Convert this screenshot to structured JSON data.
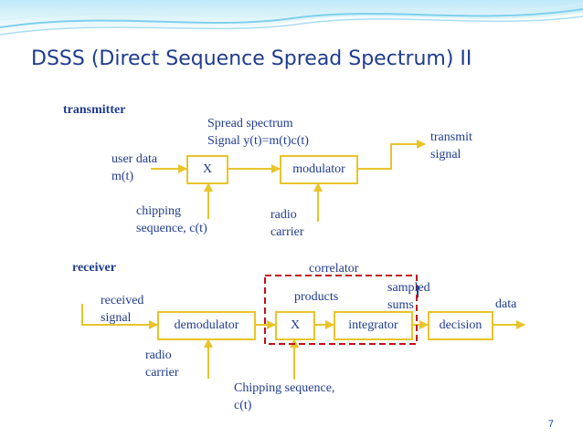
{
  "slide": {
    "title": "DSSS (Direct Sequence Spread Spectrum) II",
    "page_number": "7"
  },
  "transmitter": {
    "section_label": "transmitter",
    "spread_label_line1": "Spread spectrum",
    "spread_label_line2": "Signal y(t)=m(t)c(t)",
    "user_data_line1": "user data",
    "user_data_line2": "m(t)",
    "multiplier_label": "X",
    "modulator_label": "modulator",
    "transmit_line1": "transmit",
    "transmit_line2": "signal",
    "chipping_line1": "chipping",
    "chipping_line2": "sequence, c(t)",
    "radio_line1": "radio",
    "radio_line2": "carrier"
  },
  "receiver": {
    "section_label": "receiver",
    "correlator_label": "correlator",
    "products_label": "products",
    "sampled_line1": "sampled",
    "sampled_line2": "sums",
    "data_label": "data",
    "received_line1": "received",
    "received_line2": "signal",
    "demodulator_label": "demodulator",
    "multiplier_label": "X",
    "integrator_label": "integrator",
    "decision_label": "decision",
    "radio_line1": "radio",
    "radio_line2": "carrier",
    "chipping_line1": "Chipping sequence,",
    "chipping_line2": "c(t)"
  },
  "colors": {
    "text": "#1f3b8f",
    "box_border": "#e8c42a",
    "correlator_border": "#c0101a",
    "header_wave": "#7fd0ec"
  }
}
